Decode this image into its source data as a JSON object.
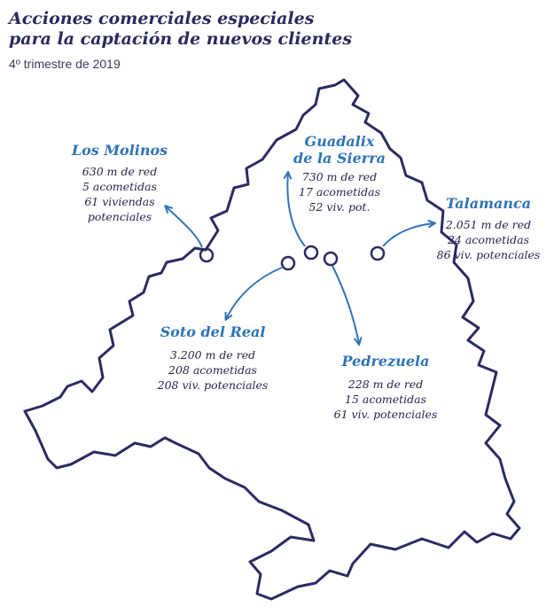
{
  "header": {
    "title_line1": "Acciones comerciales especiales",
    "title_line2": "para la captación de nuevos clientes",
    "subtitle": "4º trimestre de 2019"
  },
  "colors": {
    "outline": "#2b2b63",
    "accent": "#2e74b5",
    "text": "#26264e"
  },
  "locations": [
    {
      "id": "los-molinos",
      "name": [
        "Los Molinos"
      ],
      "stats": [
        "630 m de red",
        "5 acometidas",
        "61 viviendas",
        "potenciales"
      ]
    },
    {
      "id": "guadalix",
      "name": [
        "Guadalix",
        "de la Sierra"
      ],
      "stats": [
        "730 m de red",
        "17 acometidas",
        "52 viv. pot."
      ]
    },
    {
      "id": "talamanca",
      "name": [
        "Talamanca"
      ],
      "stats": [
        "2.051 m de red",
        "24 acometidas",
        "86 viv. potenciales"
      ]
    },
    {
      "id": "soto-del-real",
      "name": [
        "Soto del Real"
      ],
      "stats": [
        "3.200 m de red",
        "208 acometidas",
        "208 viv. potenciales"
      ]
    },
    {
      "id": "pedrezuela",
      "name": [
        "Pedrezuela"
      ],
      "stats": [
        "228 m de red",
        "15 acometidas",
        "61 viv. potenciales"
      ]
    }
  ]
}
